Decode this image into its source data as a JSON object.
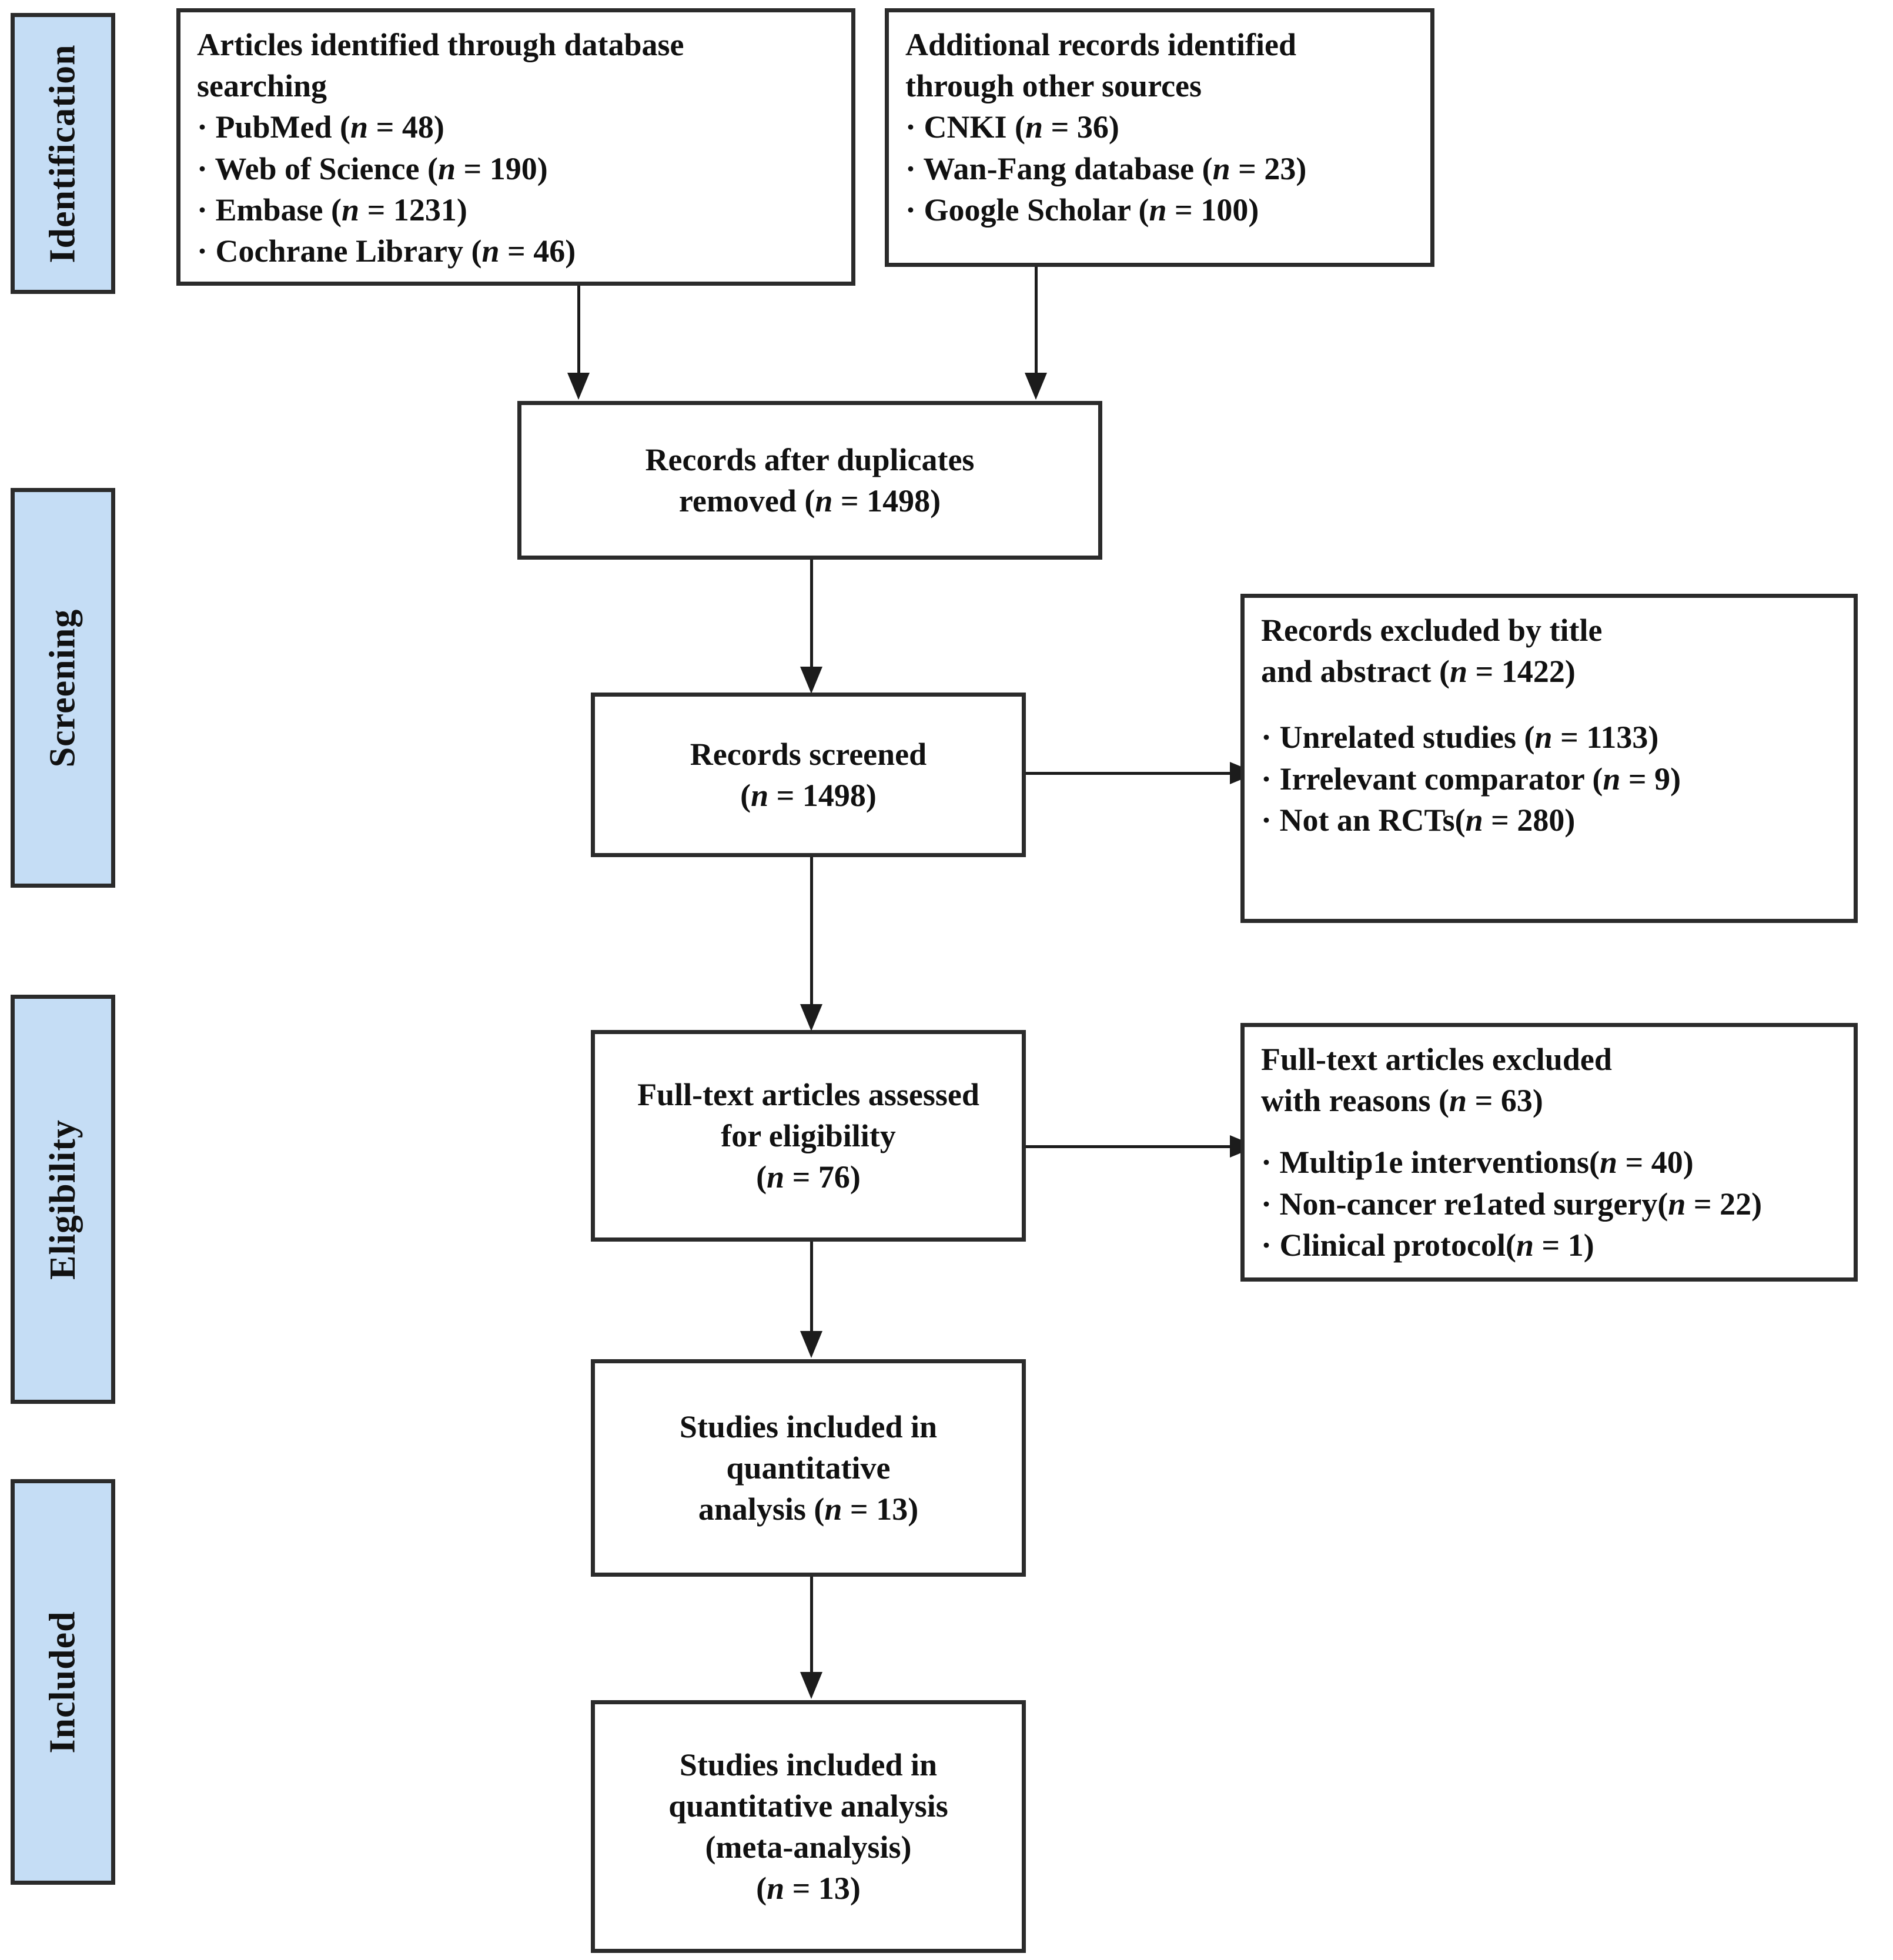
{
  "diagram": {
    "type": "prisma-flow-diagram",
    "stages": [
      {
        "id": "identification",
        "label": "Identification"
      },
      {
        "id": "screening",
        "label": "Screening"
      },
      {
        "id": "eligibility",
        "label": "Eligibility"
      },
      {
        "id": "included",
        "label": "Included"
      }
    ],
    "nodes": {
      "database_search": {
        "heading_line1": "Articles identified through  database",
        "heading_line2": "searching",
        "items": [
          {
            "prefix": "· PubMed (",
            "var": "n",
            "eq": " = 48)"
          },
          {
            "prefix": "· Web of Science (",
            "var": "n",
            "eq": " = 190)"
          },
          {
            "prefix": "· Embase (",
            "var": "n",
            "eq": " = 1231)"
          },
          {
            "prefix": "· Cochrane Library (",
            "var": "n",
            "eq": " =  46)"
          }
        ],
        "items_text": [
          "· PubMed (n = 48)",
          "· Web of Science (n = 190)",
          "· Embase (n = 1231)",
          "· Cochrane Library (n =  46)"
        ]
      },
      "other_sources": {
        "heading_line1": "Additional records identified",
        "heading_line2": "through other sources",
        "items_text": [
          "· CNKI (n = 36)",
          "· Wan-Fang database (n = 23)",
          "· Google Scholar (n = 100)"
        ]
      },
      "duplicates_removed": {
        "line1": "Records after duplicates",
        "line2": "removed (n = 1498)"
      },
      "records_screened": {
        "line1": "Records screened",
        "line2": "(n = 1498)"
      },
      "records_excluded": {
        "heading_line1": "Records excluded by title",
        "heading_line2": "and abstract (n = 1422)",
        "items_text": [
          "· Unrelated studies (n = 1133)",
          "· Irrelevant comparator (n = 9)",
          "· Not an RCTs(n =  280)"
        ]
      },
      "fulltext_assessed": {
        "line1": "Full-text articles assessed",
        "line2": "for eligibility",
        "line3": "(n = 76)"
      },
      "fulltext_excluded": {
        "heading_line1": "Full-text articles excluded",
        "heading_line2": "with reasons (n = 63)",
        "items_text": [
          "· Multip1e interventions(n = 40)",
          "· Non-cancer re1ated surgery(n = 22)",
          "· Clinical protocol(n = 1)"
        ]
      },
      "quantitative_analysis": {
        "line1": "Studies included in",
        "line2": "quantitative",
        "line3": "analysis (n = 13)"
      },
      "meta_analysis": {
        "line1": "Studies included in",
        "line2": "quantitative  analysis",
        "line3": "(meta-analysis)",
        "line4": "(n = 13)"
      }
    },
    "colors": {
      "stage_fill": "#c5ddf5",
      "border": "#2b2b2b",
      "connector": "#1c1c1c",
      "text": "#111111",
      "background": "#ffffff"
    }
  }
}
